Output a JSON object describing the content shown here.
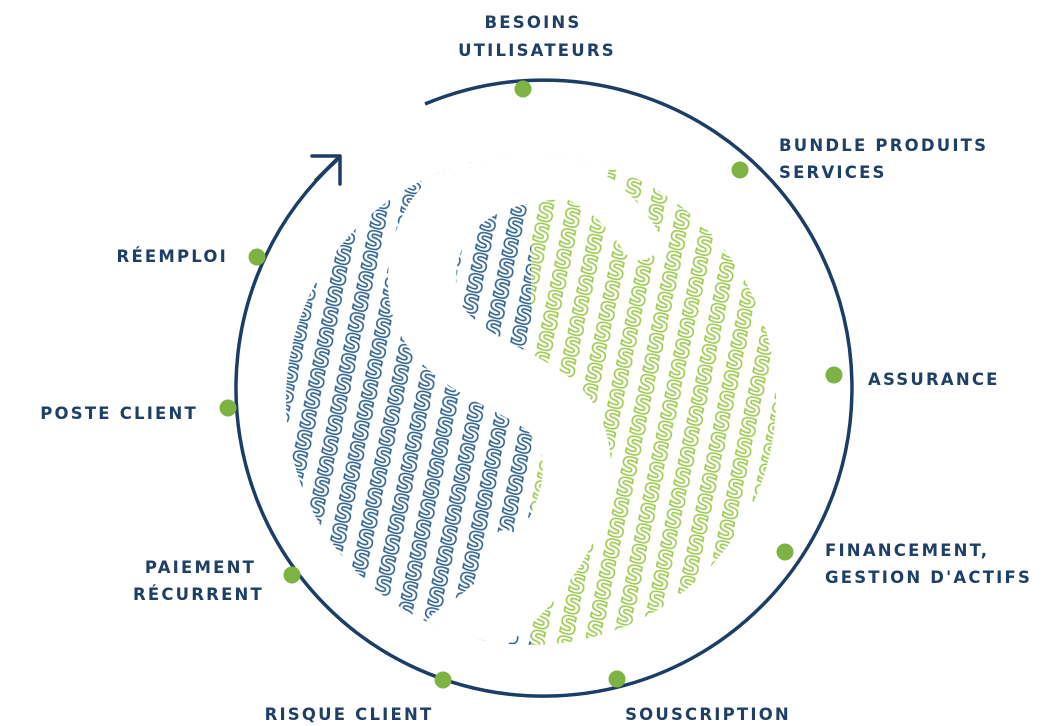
{
  "colors": {
    "ring": "#1b3d66",
    "node": "#7cb342",
    "pattern_blue": "#2f6391",
    "pattern_green": "#9dcb4f",
    "label": "#1e3f66"
  },
  "center": {
    "logo_text": "S",
    "pattern_glyph": "S"
  },
  "labels": {
    "besoins": [
      "BESOINS",
      "UTILISATEURS"
    ],
    "bundle": [
      "BUNDLE PRODUITS",
      "SERVICES"
    ],
    "assurance": [
      "ASSURANCE"
    ],
    "financement": [
      "FINANCEMENT,",
      "GESTION D'ACTIFS"
    ],
    "souscription": [
      "SOUSCRIPTION"
    ],
    "risque": [
      "RISQUE CLIENT"
    ],
    "paiement": [
      "PAIEMENT",
      "RÉCURRENT"
    ],
    "poste": [
      "POSTE CLIENT"
    ],
    "reemploi": [
      "RÉEMPLOI"
    ]
  }
}
